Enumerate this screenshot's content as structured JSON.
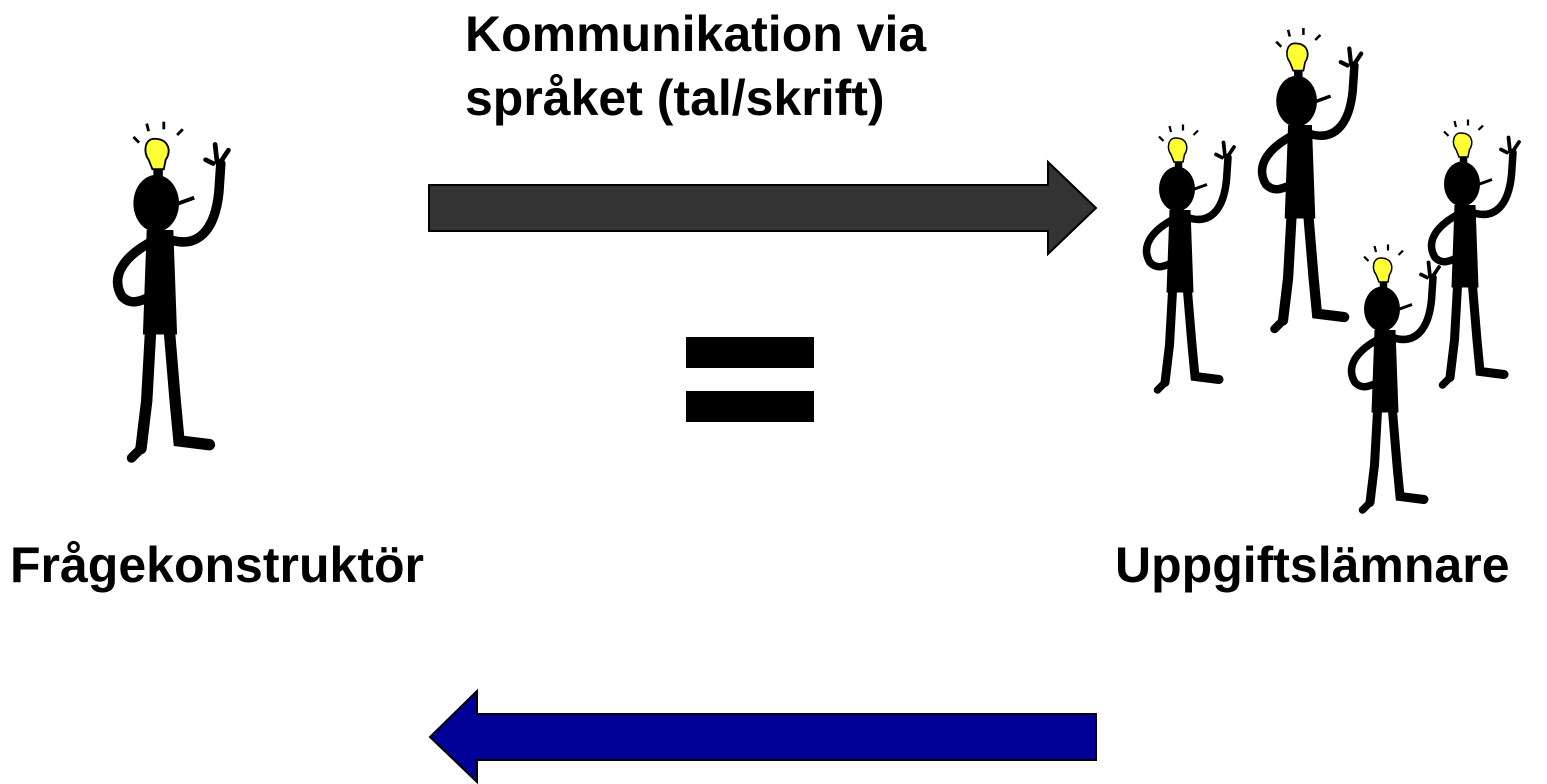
{
  "title": {
    "line1": "Kommunikation via",
    "line2": "språket (tal/skrift)"
  },
  "left_figure": {
    "label": "Frågekonstruktör",
    "icon": "thinking-person-icon"
  },
  "right_figure": {
    "label": "Uppgiftslämnare",
    "icon": "thinking-group-icon"
  },
  "center_symbol": "equals-sign-icon",
  "arrows": {
    "forward": {
      "direction": "right",
      "color": "#333333"
    },
    "backward": {
      "direction": "left",
      "color": "#000099"
    }
  },
  "colors": {
    "bulb": "#ffff33",
    "figure": "#000000"
  }
}
